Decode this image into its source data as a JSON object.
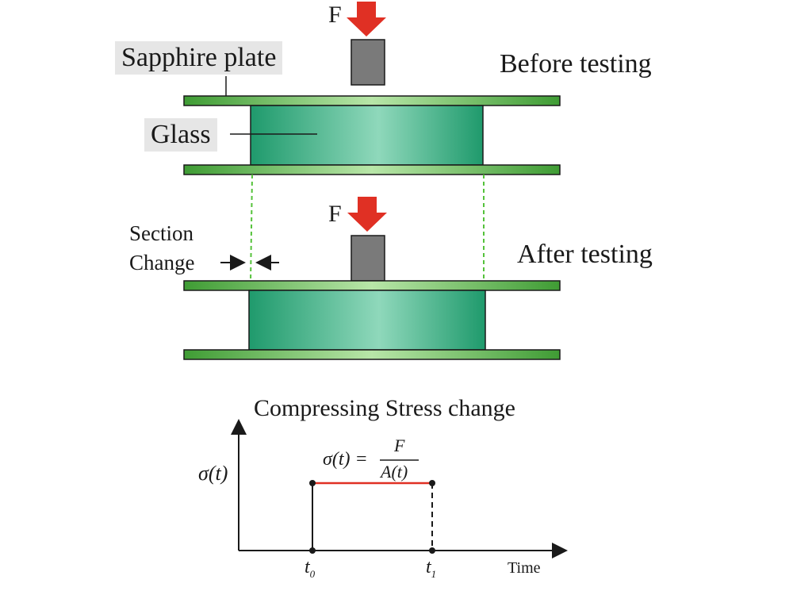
{
  "labels": {
    "sapphire_plate": "Sapphire plate",
    "glass": "Glass",
    "before_testing": "Before testing",
    "after_testing": "After testing",
    "section": "Section",
    "change": "Change",
    "force_top": "F",
    "force_bottom": "F"
  },
  "graph": {
    "title": "Compressing Stress change",
    "y_label": "σ(t)",
    "formula_lhs": "σ(t) =",
    "formula_num": "F",
    "formula_den": "A(t)",
    "x_label": "Time",
    "t0": "t",
    "t0_sub": "0",
    "t1": "t",
    "t1_sub": "1"
  },
  "colors": {
    "plate": "#4fae3f",
    "glass_dark": "#1f9a6c",
    "glass_light": "#7fd0b0",
    "arrow": "#e03024",
    "piston": "#7a7a7a",
    "guide": "#55c23b",
    "stress_line": "#e03024"
  }
}
